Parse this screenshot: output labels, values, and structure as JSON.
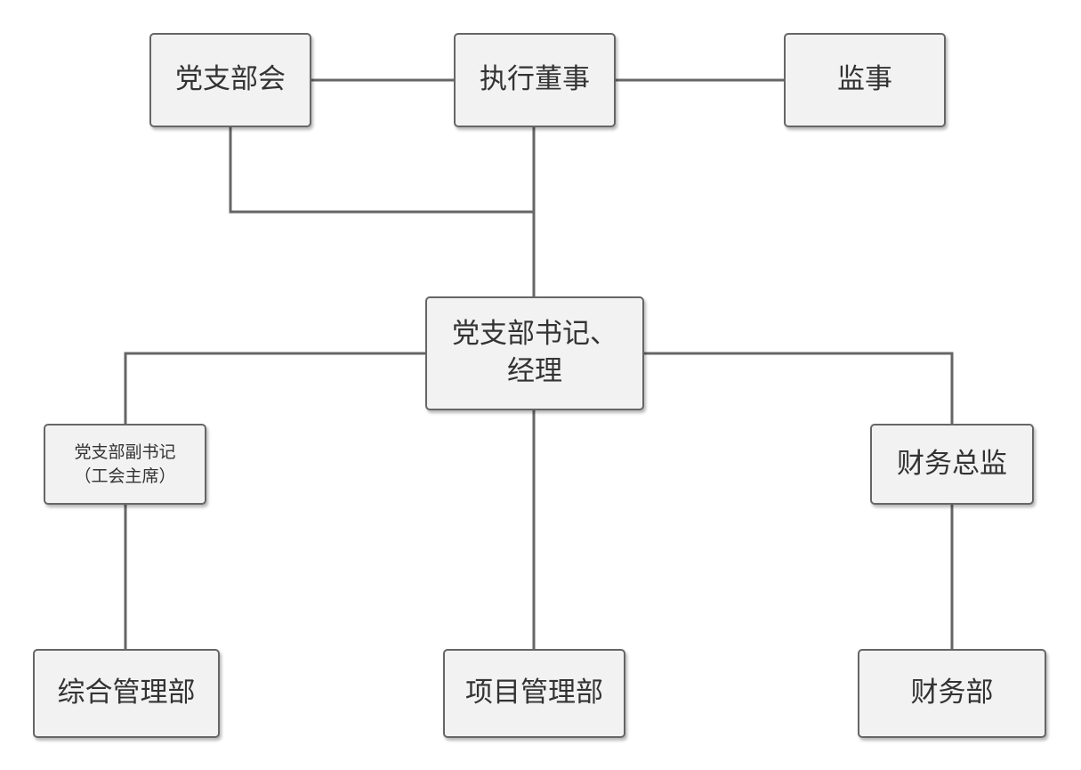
{
  "nodes": {
    "party_branch_committee": "党支部会",
    "executive_director": "执行董事",
    "supervisor": "监事",
    "secretary_manager": "党支部书记、\n经理",
    "deputy_secretary": "党支部副书记\n（工会主席）",
    "chief_financial_officer": "财务总监",
    "general_management_dept": "综合管理部",
    "project_management_dept": "项目管理部",
    "finance_dept": "财务部"
  },
  "colors": {
    "node_fill": "#f2f2f2",
    "node_border": "#666666",
    "connector": "#666666",
    "text": "#333333"
  }
}
